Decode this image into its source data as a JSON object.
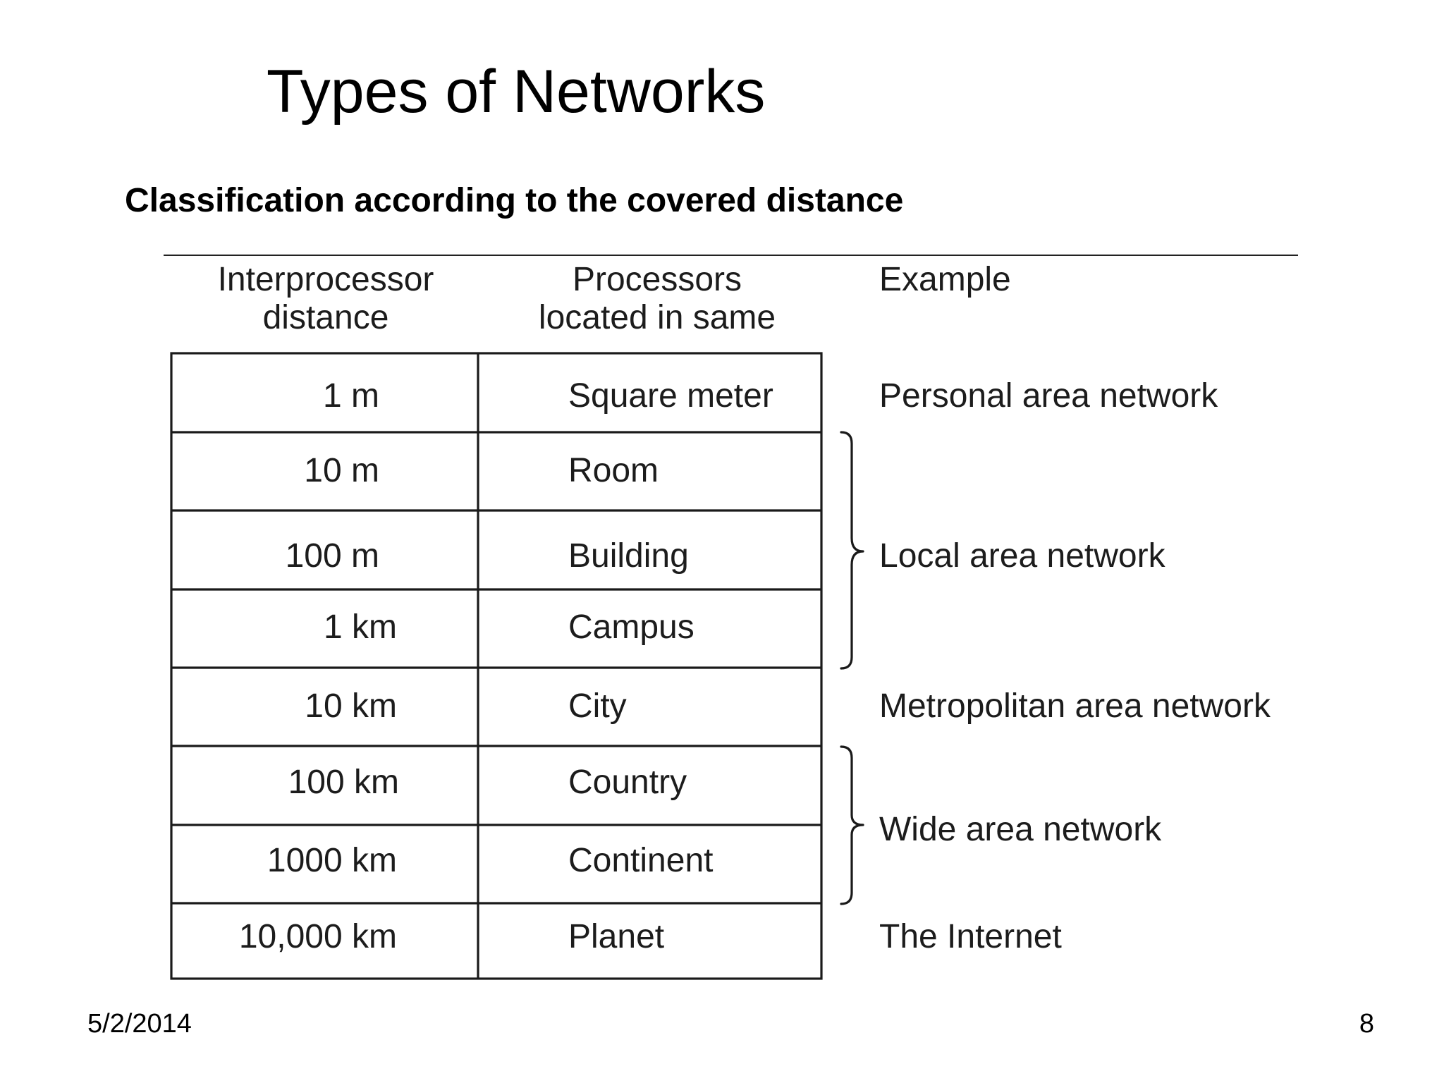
{
  "slide": {
    "title": "Types of Networks",
    "subtitle": "Classification according to the covered distance",
    "date": "5/2/2014",
    "page_number": "8"
  },
  "table": {
    "headers": {
      "distance": [
        "Interprocessor",
        "distance"
      ],
      "location": [
        "Processors",
        "located in same"
      ],
      "example": [
        "Example"
      ]
    },
    "rows": [
      {
        "distance": "1 m",
        "location": "Square meter"
      },
      {
        "distance": "10 m",
        "location": "Room"
      },
      {
        "distance": "100 m",
        "location": "Building"
      },
      {
        "distance": "1 km",
        "location": "Campus"
      },
      {
        "distance": "10 km",
        "location": "City"
      },
      {
        "distance": "100 km",
        "location": "Country"
      },
      {
        "distance": "1000 km",
        "location": "Continent"
      },
      {
        "distance": "10,000 km",
        "location": "Planet"
      }
    ],
    "examples": [
      {
        "label": "Personal area network",
        "rows": [
          0
        ]
      },
      {
        "label": "Local area network",
        "rows": [
          1,
          2,
          3
        ]
      },
      {
        "label": "Metropolitan area network",
        "rows": [
          4
        ]
      },
      {
        "label": "Wide area network",
        "rows": [
          5,
          6
        ]
      },
      {
        "label": "The Internet",
        "rows": [
          7
        ]
      }
    ]
  }
}
